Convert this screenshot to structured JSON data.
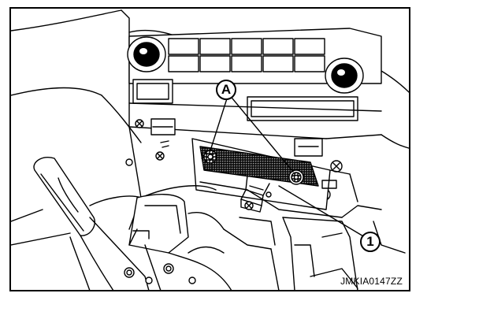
{
  "figure": {
    "id_label": "JMKIA0147ZZ",
    "callouts": {
      "a": "A",
      "one": "1"
    }
  }
}
